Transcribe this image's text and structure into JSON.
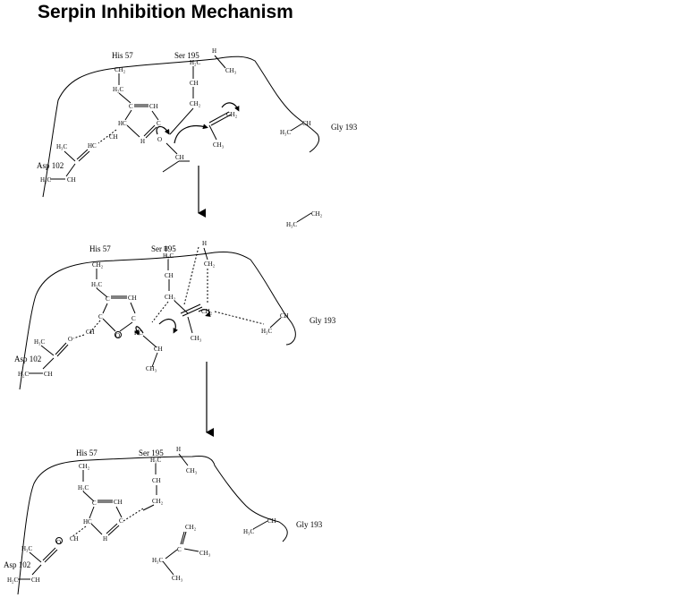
{
  "title": "Serpin Inhibition Mechanism",
  "labels": {
    "his": "His 57",
    "ser": "Ser 195",
    "asp": "Asp 102",
    "gly": "Gly 193"
  },
  "atoms": {
    "H": "H",
    "HC": "HC",
    "CH": "CH",
    "H2C": "H₂C",
    "CH2": "CH₂",
    "CH3": "CH₃",
    "H3C": "H₃C",
    "O": "O",
    "C": "C",
    "N": "N"
  }
}
